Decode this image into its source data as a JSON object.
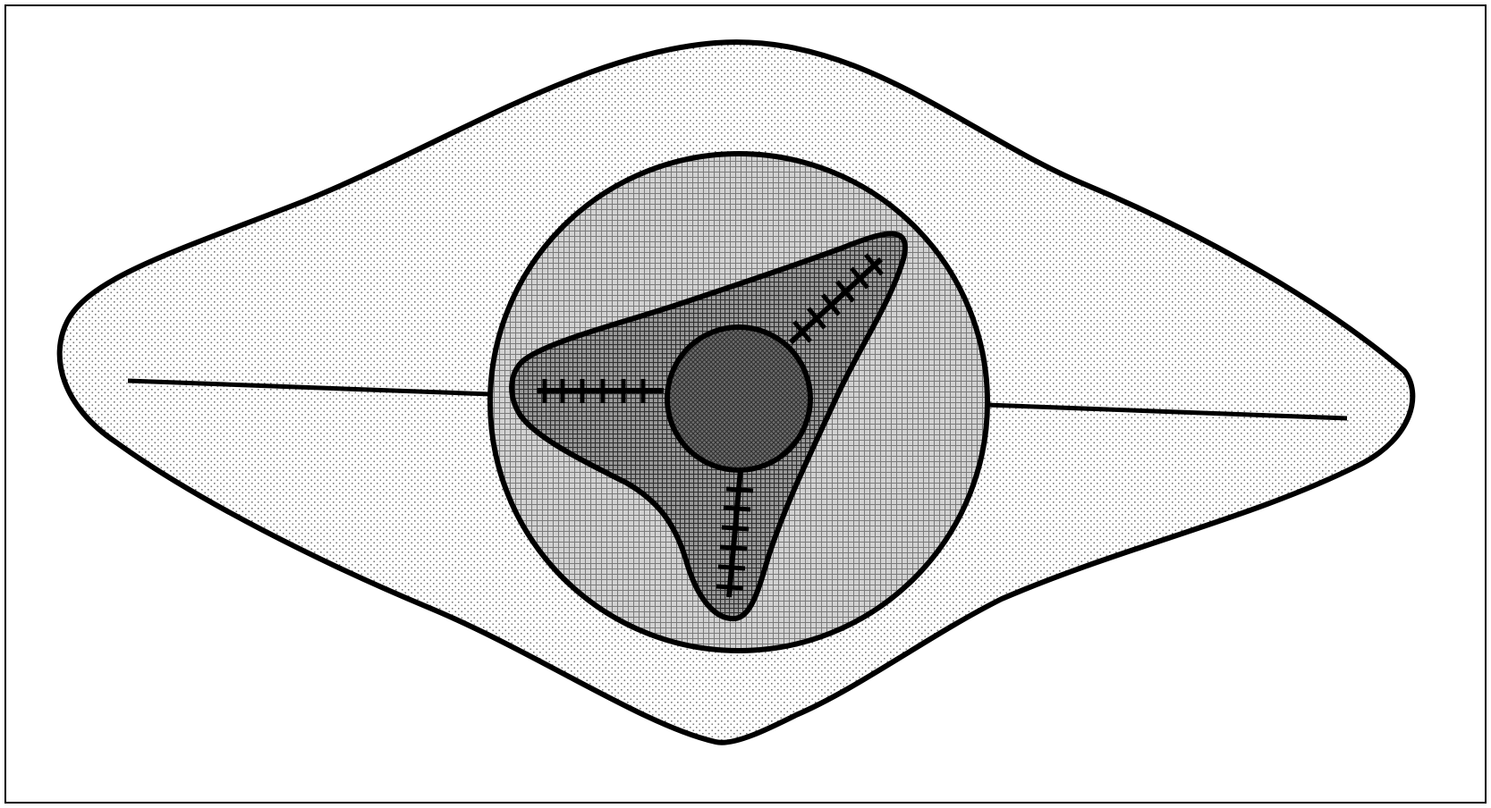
{
  "diagram": {
    "colors": {
      "stroke": "#000000",
      "background": "#ffffff",
      "outer_fill_dots": "#7a7a7a",
      "ring_fill_grid": "#7a7a7a",
      "inner_fill_grid": "#303030",
      "core_fill": "#6f6f6f"
    },
    "layers": [
      "outer-lens-shape",
      "middle-circle",
      "trilobed-inner-shape",
      "core-circle"
    ],
    "spokes": 3,
    "horizontal_lines": 2
  }
}
